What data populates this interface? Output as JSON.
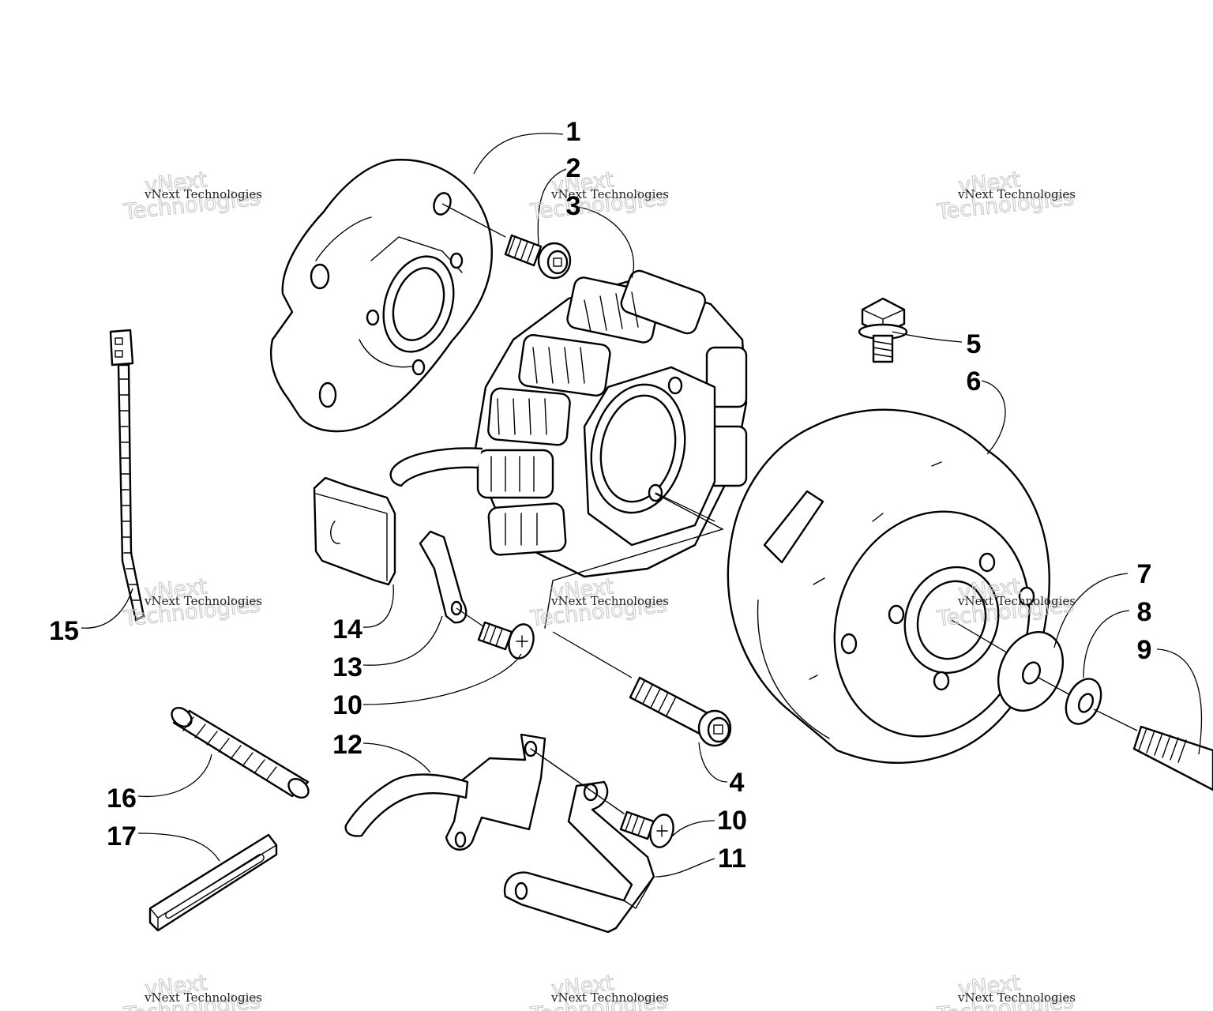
{
  "diagram": {
    "callouts": [
      {
        "id": "c1",
        "label": "1"
      },
      {
        "id": "c2",
        "label": "2"
      },
      {
        "id": "c3",
        "label": "3"
      },
      {
        "id": "c4",
        "label": "4"
      },
      {
        "id": "c5",
        "label": "5"
      },
      {
        "id": "c6",
        "label": "6"
      },
      {
        "id": "c7",
        "label": "7"
      },
      {
        "id": "c8",
        "label": "8"
      },
      {
        "id": "c9",
        "label": "9"
      },
      {
        "id": "c10a",
        "label": "10"
      },
      {
        "id": "c10b",
        "label": "10"
      },
      {
        "id": "c11",
        "label": "11"
      },
      {
        "id": "c12",
        "label": "12"
      },
      {
        "id": "c13",
        "label": "13"
      },
      {
        "id": "c14",
        "label": "14"
      },
      {
        "id": "c15",
        "label": "15"
      },
      {
        "id": "c16",
        "label": "16"
      },
      {
        "id": "c17",
        "label": "17"
      }
    ],
    "watermark": {
      "small_text": "vNext Technologies",
      "large_line1": "vNext",
      "large_line2": "Technologies"
    }
  }
}
